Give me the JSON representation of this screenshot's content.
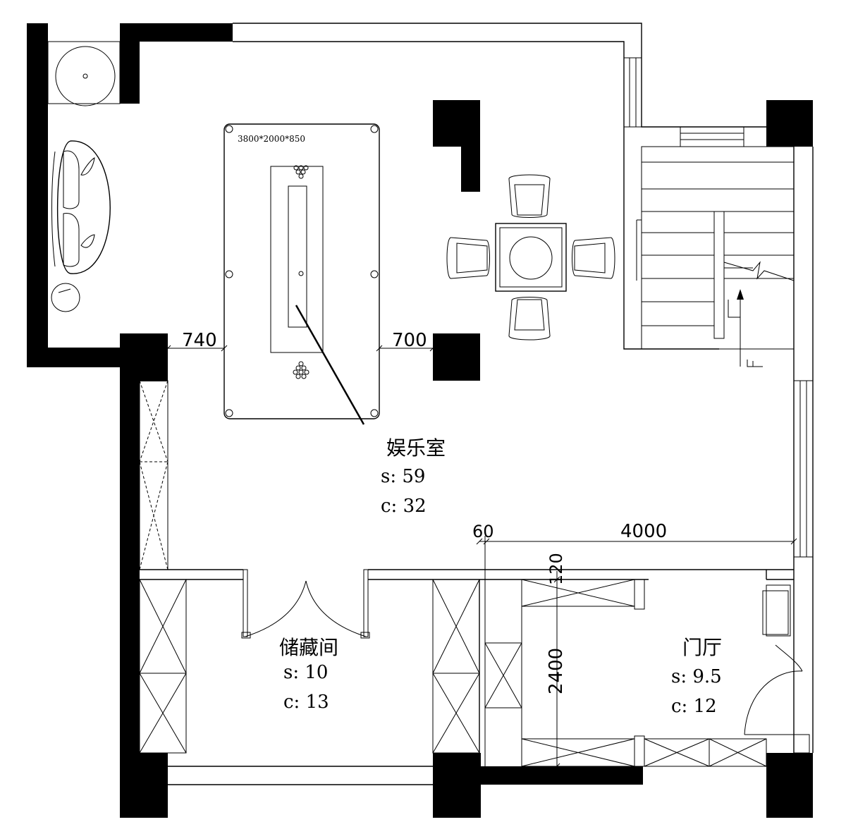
{
  "rooms": {
    "entertainment": {
      "name": "娱乐室",
      "s": "s: 59",
      "c": "c: 32"
    },
    "storage": {
      "name": "储藏间",
      "s": "s: 10",
      "c": "c: 13"
    },
    "foyer": {
      "name": "门厅",
      "s": "s: 9.5",
      "c": "c: 12"
    }
  },
  "dimensions": {
    "left_gap": "740",
    "right_gap": "700",
    "small_offset": "60",
    "corridor_length": "4000",
    "wall_thickness": "120",
    "foyer_depth": "2400"
  },
  "furniture": {
    "billiard_size": "3800*2000*850"
  },
  "colors": {
    "line": "#000000",
    "background": "#ffffff"
  }
}
